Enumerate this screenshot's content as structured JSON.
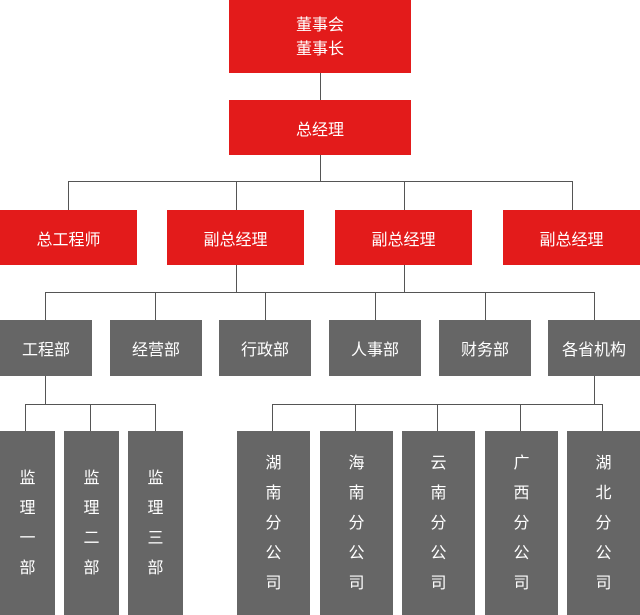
{
  "board": {
    "line1": "董事会",
    "line2": "董事长"
  },
  "gm": "总经理",
  "executives": [
    "总工程师",
    "副总经理",
    "副总经理",
    "副总经理"
  ],
  "departments": [
    "工程部",
    "经营部",
    "行政部",
    "人事部",
    "财务部",
    "各省机构"
  ],
  "supervision": [
    "监\n理\n一\n部",
    "监\n理\n二\n部",
    "监\n理\n三\n部"
  ],
  "branches": [
    "湖\n南\n分\n公\n司",
    "海\n南\n分\n公\n司",
    "云\n南\n分\n公\n司",
    "广\n西\n分\n公\n司",
    "湖\n北\n分\n公\n司"
  ],
  "colors": {
    "red": "#e31b1b",
    "gray": "#666666",
    "line": "#555555"
  }
}
